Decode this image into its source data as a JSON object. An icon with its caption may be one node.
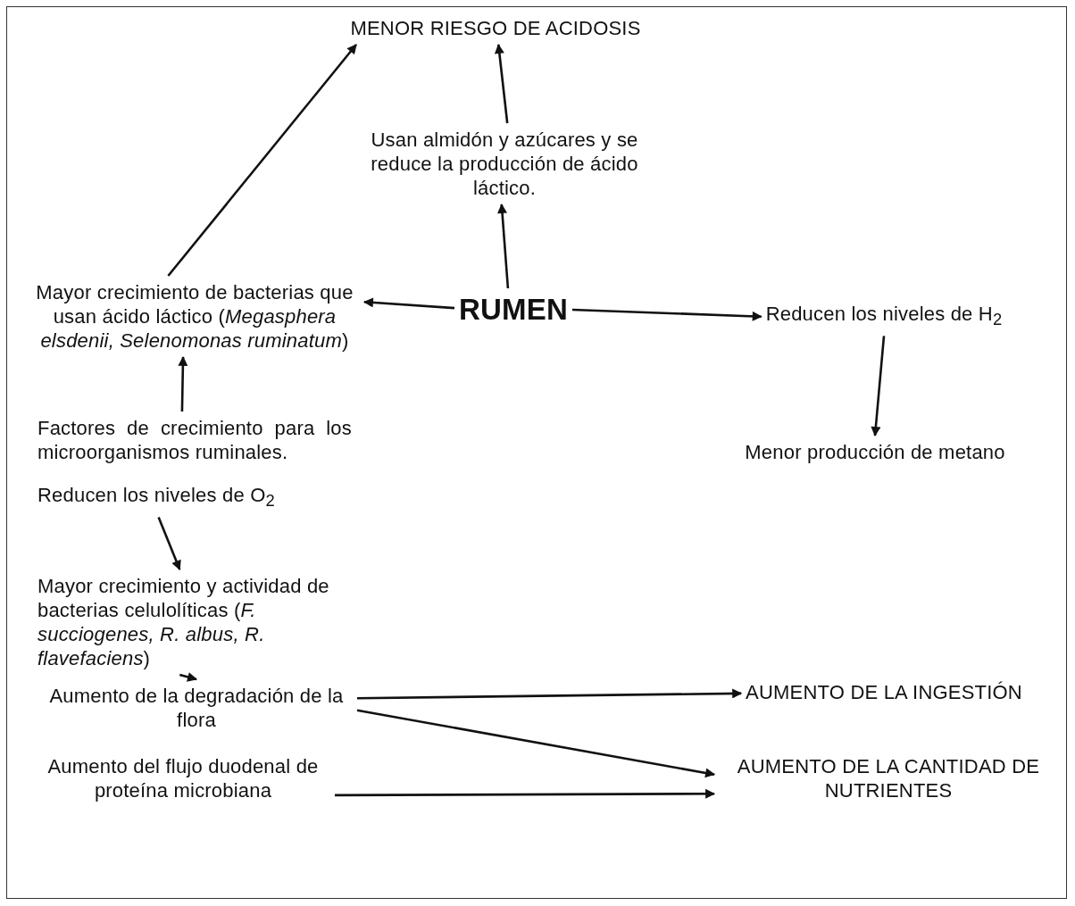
{
  "diagram": {
    "nodes": [
      {
        "text": [
          "MENOR RIESGO DE ACIDOSIS"
        ]
      },
      {
        "text": [
          "Usan almidón y azúcares y se reduce la producción de ácido láctico."
        ]
      },
      {
        "text": [
          "RUMEN"
        ]
      },
      {
        "text": [
          "Mayor crecimiento de bacterias que usan ácido láctico (*Megasphera elsdenii, Selenomonas ruminatum*)"
        ]
      },
      {
        "text": [
          "Reducen los niveles de H$_{2}$"
        ]
      },
      {
        "text": [
          "Menor producción de metano"
        ]
      },
      {
        "text": [
          "Factores de crecimiento para los microorganismos ruminales."
        ]
      },
      {
        "text": [
          "Reducen los niveles de O$_{2}$"
        ]
      },
      {
        "text": [
          "Mayor crecimiento y actividad de bacterias celulolíticas (*F. succiogenes, R. albus, R. flavefaciens*)"
        ]
      },
      {
        "text": [
          "Aumento de la degradación de la flora"
        ]
      },
      {
        "text": [
          "AUMENTO DE LA INGESTIÓN"
        ]
      },
      {
        "text": [
          "Aumento del flujo duodenal de proteína microbiana"
        ]
      },
      {
        "text": [
          "AUMENTO DE LA CANTIDAD DE NUTRIENTES"
        ]
      }
    ],
    "edges": [
      {
        "from": 3,
        "to": 0,
        "arrow": "to"
      },
      {
        "from": 1,
        "to": 0,
        "arrow": "to"
      },
      {
        "from": 2,
        "to": 1,
        "arrow": "to"
      },
      {
        "from": 2,
        "to": 3,
        "arrow": "to"
      },
      {
        "from": 2,
        "to": 4,
        "arrow": "to"
      },
      {
        "from": 4,
        "to": 5,
        "arrow": "to"
      },
      {
        "from": 6,
        "to": 3,
        "arrow": "to"
      },
      {
        "from": 7,
        "to": 8,
        "arrow": "to"
      },
      {
        "from": 8,
        "to": 9,
        "arrow": "to"
      },
      {
        "from": 9,
        "to": 10,
        "arrow": "to"
      },
      {
        "from": 9,
        "to": 12,
        "arrow": "to"
      },
      {
        "from": 11,
        "to": 12,
        "arrow": "to"
      }
    ]
  }
}
